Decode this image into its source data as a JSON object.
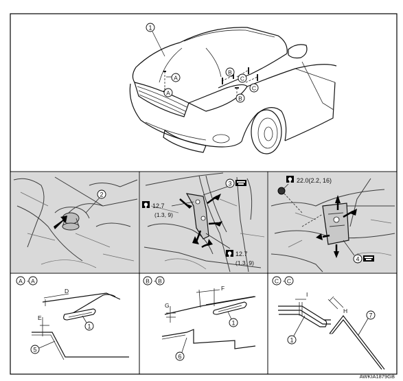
{
  "callouts": {
    "hood": "1",
    "hood_hinge": "2",
    "hood_lock_upper": "3",
    "hood_lock_lower": "4",
    "a_frame": "5",
    "b_frame": "6",
    "c_frame": "7"
  },
  "dimensions": {
    "A": "A",
    "B": "B",
    "C": "C",
    "D": "D",
    "E": "E",
    "F": "F",
    "G": "G",
    "H": "H",
    "I": "I"
  },
  "torque": {
    "upper_value": "12.7",
    "upper_alt": "(1.3, 9)",
    "lower_value": "12.7",
    "lower_alt": "(1.3, 9)",
    "right_value": "22.0(2.2, 16)"
  },
  "sections": {
    "a_left": "A",
    "a_right": "A",
    "b_left": "B",
    "b_right": "B",
    "c_left": "C",
    "c_right": "C"
  },
  "image_code": "AWKIA1879GB",
  "icons": [
    "torque-wrench-icon",
    "grease-icon",
    "arrow-icon"
  ]
}
